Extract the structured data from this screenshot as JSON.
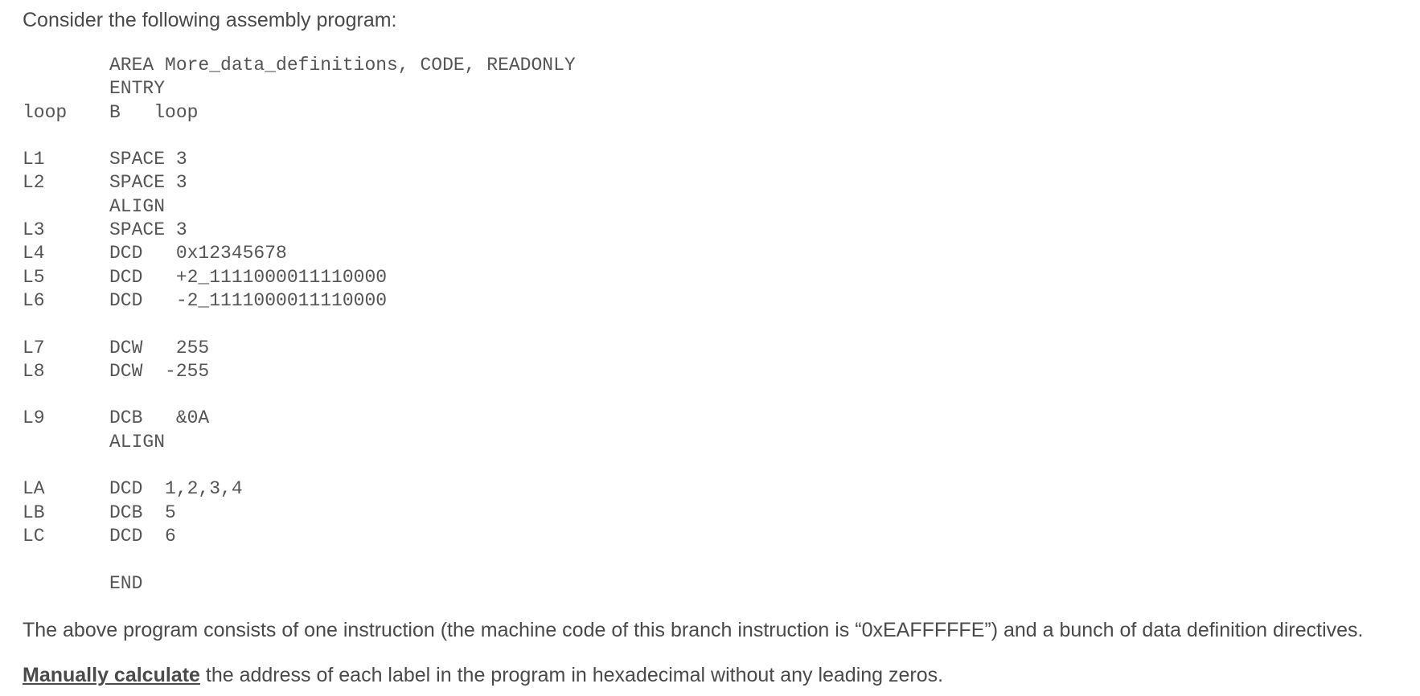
{
  "intro": "Consider the following assembly program:",
  "code_lines": [
    {
      "label": "",
      "op": "AREA More_data_definitions, CODE, READONLY"
    },
    {
      "label": "",
      "op": "ENTRY"
    },
    {
      "label": "loop",
      "op": "B   loop"
    },
    {
      "label": "",
      "op": ""
    },
    {
      "label": "L1",
      "op": "SPACE 3"
    },
    {
      "label": "L2",
      "op": "SPACE 3"
    },
    {
      "label": "",
      "op": "ALIGN"
    },
    {
      "label": "L3",
      "op": "SPACE 3"
    },
    {
      "label": "L4",
      "op": "DCD   0x12345678"
    },
    {
      "label": "L5",
      "op": "DCD   +2_1111000011110000"
    },
    {
      "label": "L6",
      "op": "DCD   -2_1111000011110000"
    },
    {
      "label": "",
      "op": ""
    },
    {
      "label": "L7",
      "op": "DCW   255"
    },
    {
      "label": "L8",
      "op": "DCW  -255"
    },
    {
      "label": "",
      "op": ""
    },
    {
      "label": "L9",
      "op": "DCB   &0A"
    },
    {
      "label": "",
      "op": "ALIGN"
    },
    {
      "label": "",
      "op": ""
    },
    {
      "label": "LA",
      "op": "DCD  1,2,3,4"
    },
    {
      "label": "LB",
      "op": "DCB  5"
    },
    {
      "label": "LC",
      "op": "DCD  6"
    },
    {
      "label": "",
      "op": ""
    },
    {
      "label": "",
      "op": "END"
    }
  ],
  "paragraph1": "The above program consists of one instruction (the machine code of this branch instruction is “0xEAFFFFFE”) and a bunch of data definition directives.",
  "paragraph2": {
    "emphasis": "Manually calculate",
    "rest": " the address of each label in the program in hexadecimal without any leading zeros."
  }
}
